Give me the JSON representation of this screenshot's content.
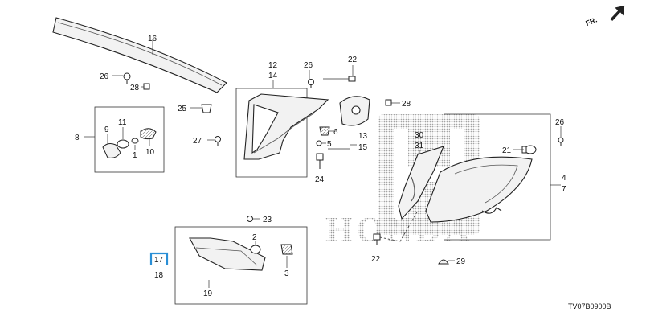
{
  "labels": {
    "l16": "16",
    "l26a": "26",
    "l28a": "28",
    "l25": "25",
    "l8": "8",
    "l9": "9",
    "l11": "11",
    "l1": "1",
    "l10": "10",
    "l27": "27",
    "l12": "12",
    "l14": "14",
    "l26b": "26",
    "l22a": "22",
    "l28b": "28",
    "l6": "6",
    "l5": "5",
    "l13": "13",
    "l15": "15",
    "l24": "24",
    "l30": "30",
    "l31": "31",
    "l21": "21",
    "l26c": "26",
    "l4": "4",
    "l7": "7",
    "l23": "23",
    "l2": "2",
    "l3": "3",
    "l17": "17",
    "l18": "18",
    "l19": "19",
    "l22b": "22",
    "l29": "29"
  },
  "direction_label": "FR.",
  "watermark": "HONDA",
  "diagram_code": "TV07B0900B",
  "colors": {
    "line": "#222222",
    "highlight_box": "#2a8fd6",
    "watermark_dots": "#9a9a9a"
  }
}
